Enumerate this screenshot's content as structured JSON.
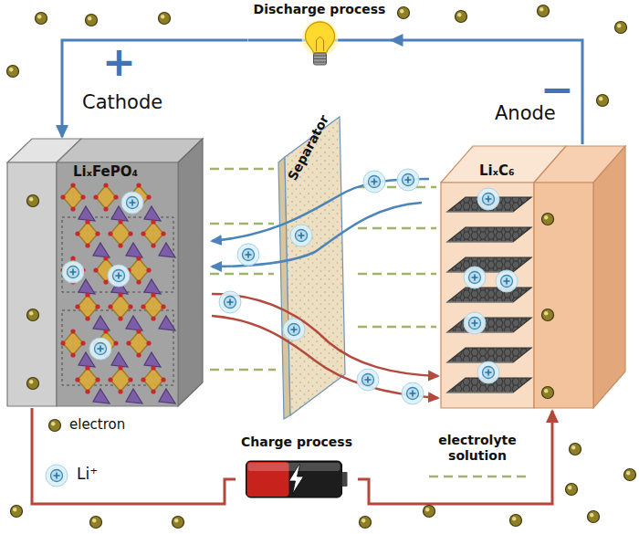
{
  "diagram": {
    "nodes": [
      {
        "text": [
          "Discharge process"
        ]
      },
      {
        "text": [
          "Cathode",
          "LiₓFePO₄"
        ]
      },
      {
        "text": [
          "Separator"
        ]
      },
      {
        "text": [
          "Anode",
          "LiₓC₆"
        ]
      },
      {
        "text": [
          "Charge process"
        ]
      }
    ],
    "edges": [
      {
        "from": 3,
        "to": 0,
        "arrow": "to"
      },
      {
        "from": 0,
        "to": 1,
        "arrow": "to"
      },
      {
        "from": 1,
        "to": 4,
        "arrow": "none"
      },
      {
        "from": 4,
        "to": 3,
        "arrow": "to"
      }
    ],
    "labels": [
      "+",
      "−",
      "electrolyte solution"
    ],
    "legend": [
      {
        "text": "electron"
      },
      {
        "text": "Li⁺"
      }
    ]
  }
}
